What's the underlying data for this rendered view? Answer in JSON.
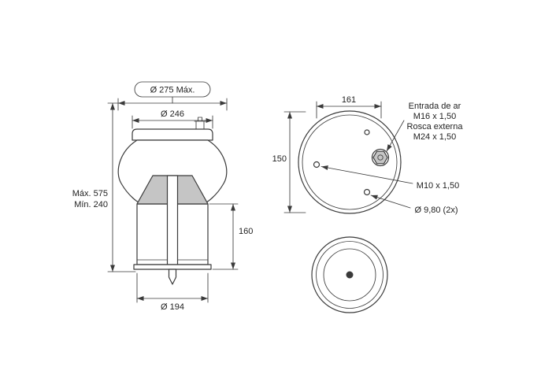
{
  "colors": {
    "line": "#3a3a3a",
    "background": "#ffffff",
    "fill_gray": "#c5c5c5",
    "text": "#1f1f1f"
  },
  "side_view": {
    "max_diameter": "Ø 275 Máx.",
    "plate_diameter": "Ø 246",
    "height_max": "Máx. 575",
    "height_min": "Mín. 240",
    "piston_height": "160",
    "piston_diameter": "Ø 194"
  },
  "top_view": {
    "hole_spacing_x": "161",
    "hole_spacing_y": "150",
    "air_inlet_line1": "Entrada de ar",
    "air_inlet_line2": "M16 x 1,50",
    "thread_line1": "Rosca externa",
    "thread_line2": "M24 x 1,50",
    "stud_thread": "M10 x 1,50",
    "hole_diameter": "Ø 9,80 (2x)"
  }
}
